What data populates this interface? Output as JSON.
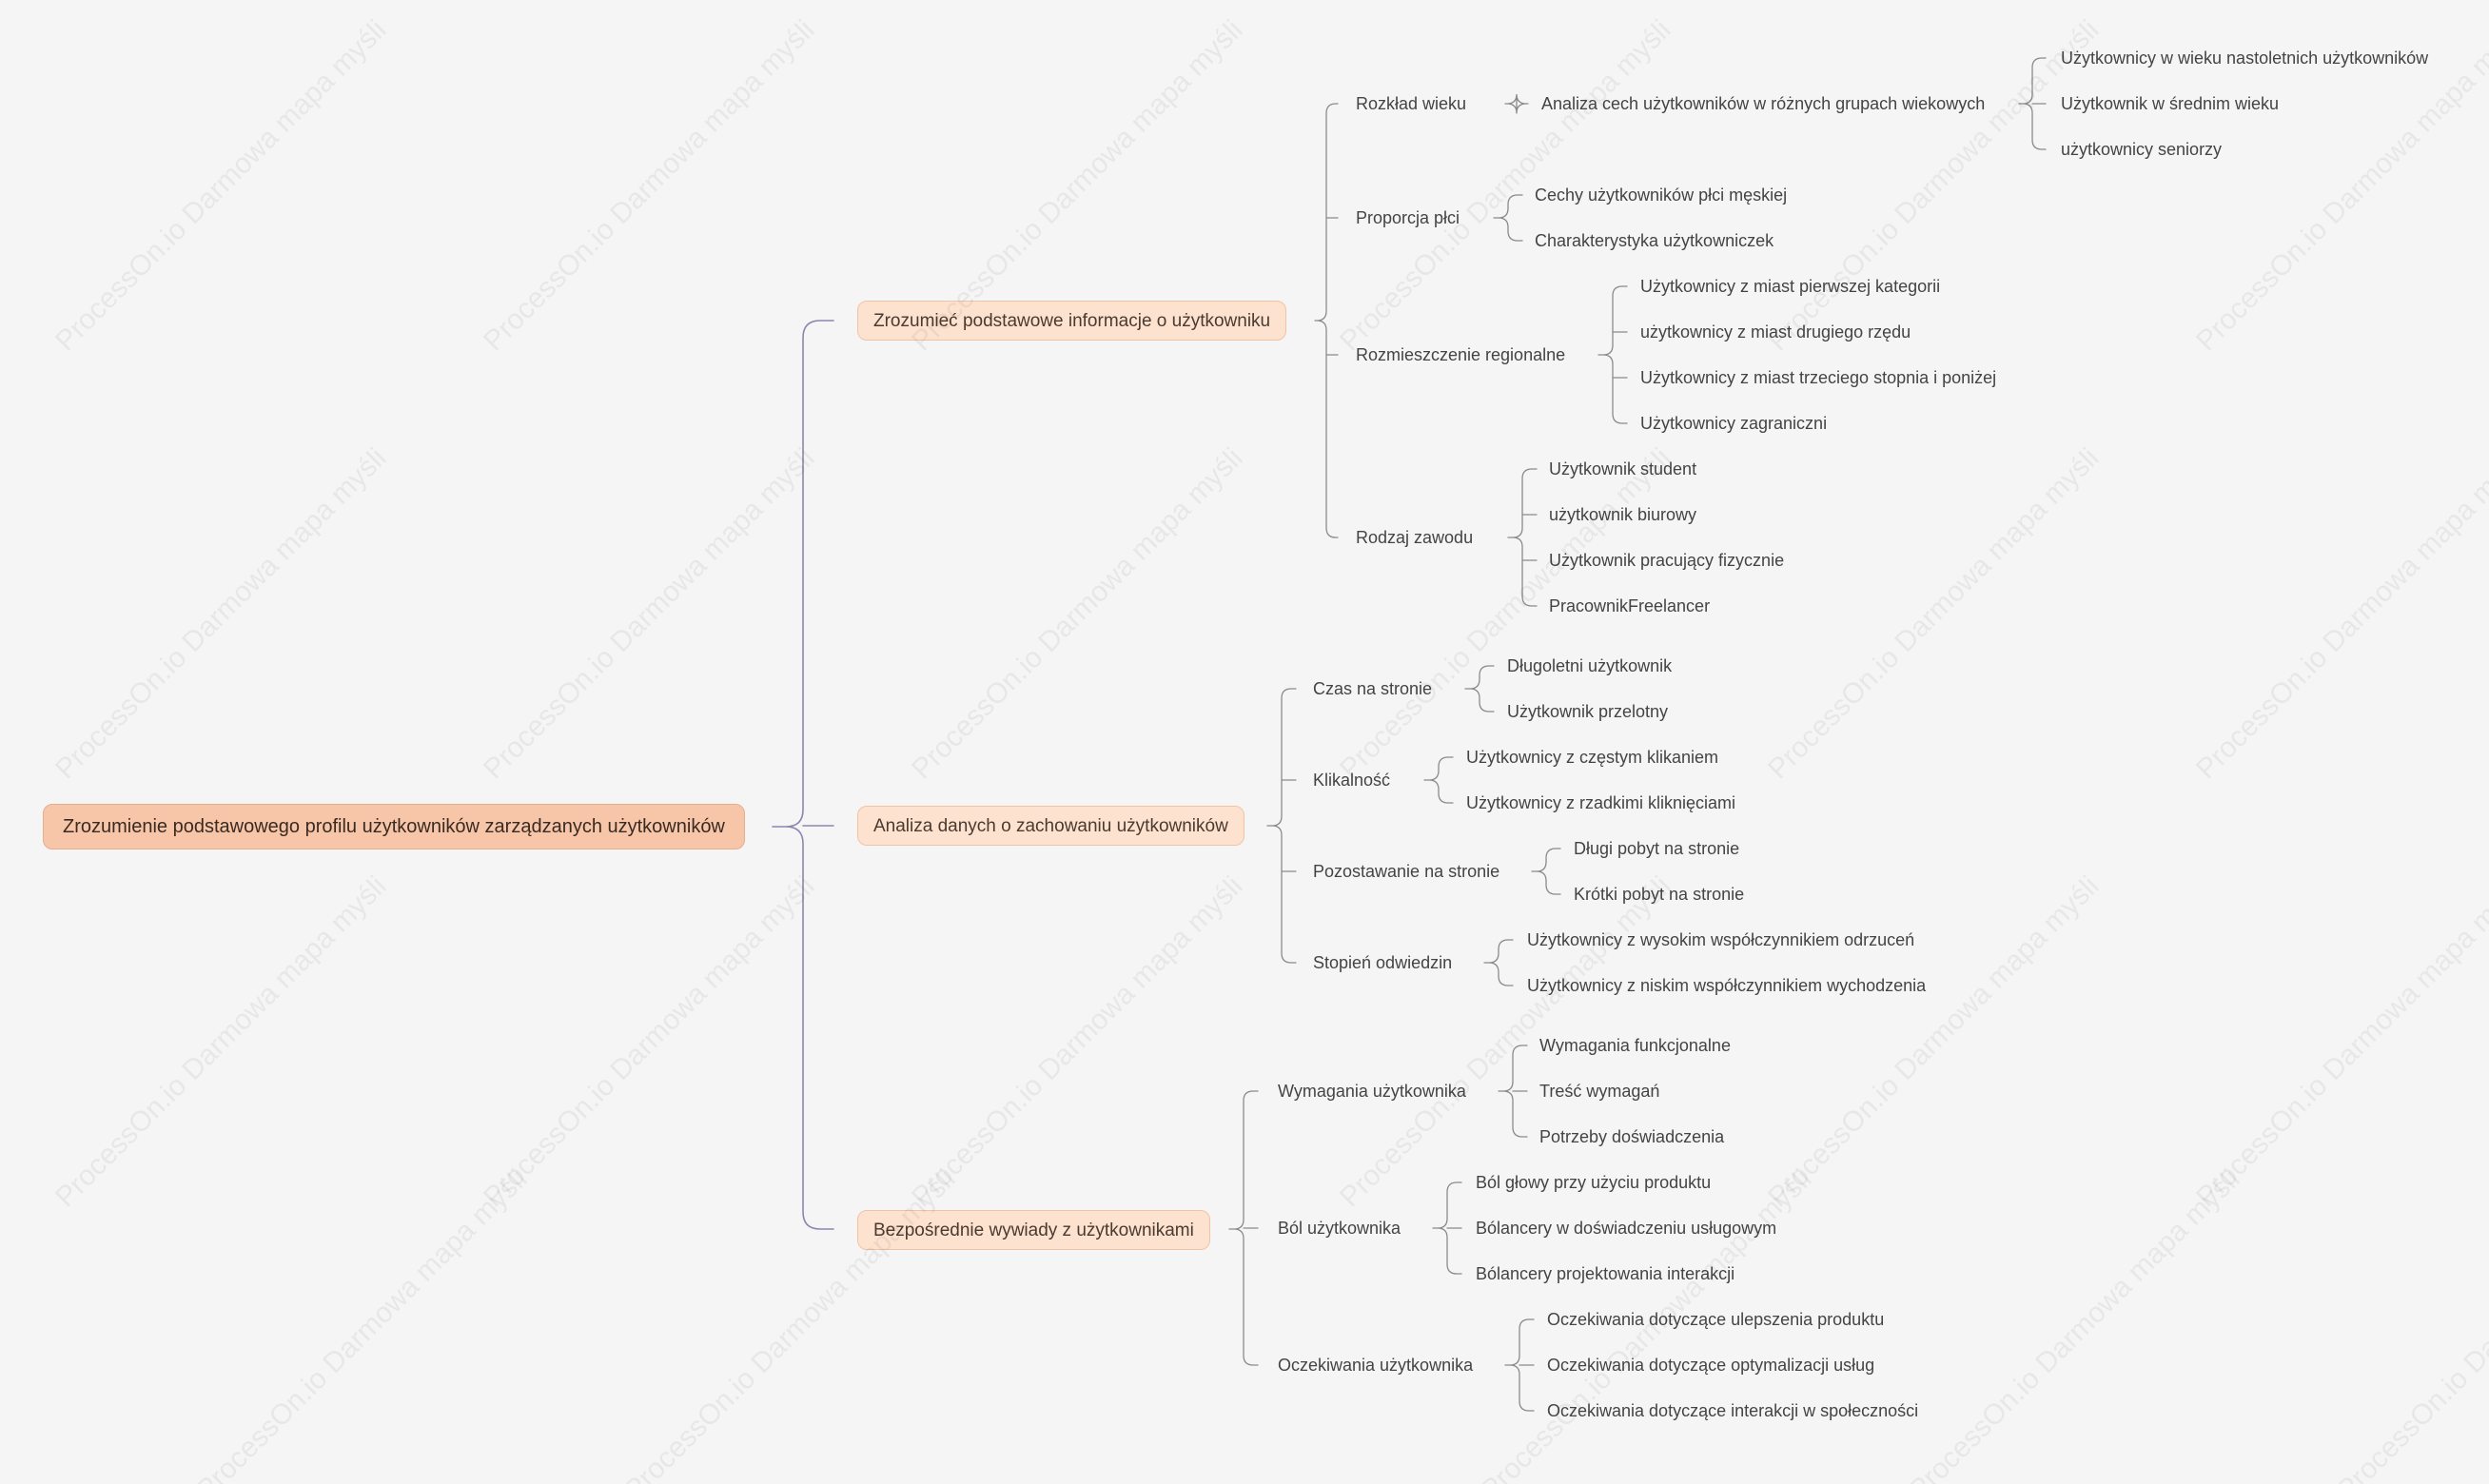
{
  "watermark": "ProcessOn.io Darmowa mapa myśli",
  "colors": {
    "line": "#9a9aa8",
    "root_bg": "#f7c6a8",
    "branch_bg": "#fde2cf"
  },
  "root": "Zrozumienie podstawowego profilu użytkowników zarządzanych użytkowników",
  "branches": [
    {
      "label": "Zrozumieć podstawowe informacje o użytkowniku",
      "children": [
        {
          "label": "Rozkład wieku",
          "children": [
            {
              "label": "Analiza cech użytkowników w różnych grupach wiekowych",
              "children": [
                "Użytkownicy w wieku nastoletnich użytkowników",
                "Użytkownik w średnim wieku",
                "użytkownicy seniorzy"
              ]
            }
          ]
        },
        {
          "label": "Proporcja płci",
          "children": [
            "Cechy użytkowników płci męskiej",
            "Charakterystyka użytkowniczek"
          ]
        },
        {
          "label": "Rozmieszczenie regionalne",
          "children": [
            "Użytkownicy z miast pierwszej kategorii",
            "użytkownicy z miast drugiego rzędu",
            "Użytkownicy z miast trzeciego stopnia i poniżej",
            "Użytkownicy zagraniczni"
          ]
        },
        {
          "label": "Rodzaj zawodu",
          "children": [
            "Użytkownik student",
            "użytkownik biurowy",
            "Użytkownik pracujący fizycznie",
            "PracownikFreelancer"
          ]
        }
      ]
    },
    {
      "label": "Analiza danych o zachowaniu użytkowników",
      "children": [
        {
          "label": "Czas na stronie",
          "children": [
            "Długoletni użytkownik",
            "Użytkownik przelotny"
          ]
        },
        {
          "label": "Klikalność",
          "children": [
            "Użytkownicy z częstym klikaniem",
            "Użytkownicy z rzadkimi kliknięciami"
          ]
        },
        {
          "label": "Pozostawanie na stronie",
          "children": [
            "Długi pobyt na stronie",
            "Krótki pobyt na stronie"
          ]
        },
        {
          "label": "Stopień odwiedzin",
          "children": [
            "Użytkownicy z wysokim współczynnikiem odrzuceń",
            "Użytkownicy z niskim współczynnikiem wychodzenia"
          ]
        }
      ]
    },
    {
      "label": "Bezpośrednie wywiady z użytkownikami",
      "children": [
        {
          "label": "Wymagania użytkownika",
          "children": [
            "Wymagania funkcjonalne",
            "Treść wymagań",
            "Potrzeby doświadczenia"
          ]
        },
        {
          "label": "Ból użytkownika",
          "children": [
            "Ból głowy przy użyciu produktu",
            "Bólancery w doświadczeniu usługowym",
            "Bólancery projektowania interakcji"
          ]
        },
        {
          "label": "Oczekiwania użytkownika",
          "children": [
            "Oczekiwania dotyczące ulepszenia produktu",
            "Oczekiwania dotyczące optymalizacji usług",
            "Oczekiwania dotyczące interakcji w społeczności"
          ]
        }
      ]
    }
  ]
}
